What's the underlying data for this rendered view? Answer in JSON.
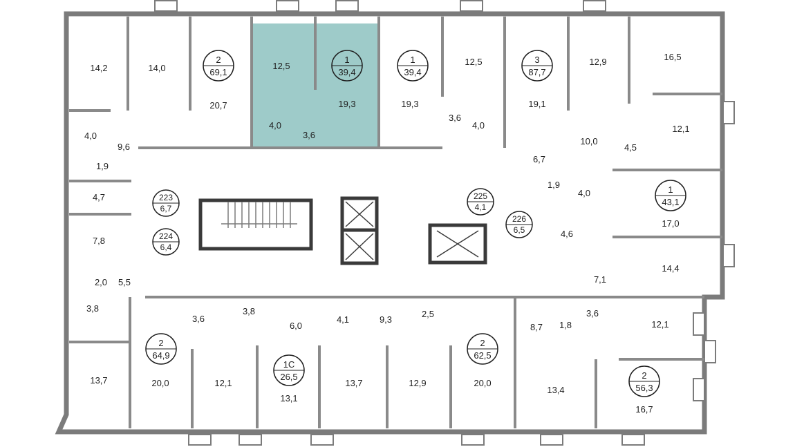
{
  "colors": {
    "wall": "#7b7b7b",
    "wall_dark": "#3a3a3a",
    "line": "#8a8a8a",
    "highlight": "#9ecbc9",
    "text": "#1f1f1f"
  },
  "rooms": [
    "14,2",
    "14,0",
    "20,7",
    "12,5",
    "19,3",
    "19,3",
    "12,5",
    "19,1",
    "12,9",
    "16,5",
    "4,0",
    "9,6",
    "1,9",
    "4,0",
    "3,6",
    "3,6",
    "4,0",
    "10,0",
    "4,5",
    "12,1",
    "6,7",
    "1,9",
    "4,0",
    "17,0",
    "4,7",
    "7,8",
    "4,6",
    "14,4",
    "2,0",
    "5,5",
    "7,1",
    "3,8",
    "3,6",
    "3,8",
    "6,0",
    "4,1",
    "9,3",
    "2,5",
    "8,7",
    "1,8",
    "3,6",
    "12,1",
    "13,7",
    "20,0",
    "12,1",
    "13,1",
    "13,7",
    "12,9",
    "20,0",
    "13,4",
    "16,7"
  ],
  "apartments": [
    {
      "rooms": "2",
      "area": "69,1"
    },
    {
      "rooms": "1",
      "area": "39,4"
    },
    {
      "rooms": "1",
      "area": "39,4"
    },
    {
      "rooms": "3",
      "area": "87,7"
    },
    {
      "rooms": "1",
      "area": "43,1"
    },
    {
      "rooms": "2",
      "area": "64,9"
    },
    {
      "rooms": "1С",
      "area": "26,5"
    },
    {
      "rooms": "2",
      "area": "62,5"
    },
    {
      "rooms": "2",
      "area": "56,3"
    }
  ],
  "utility_rooms": [
    {
      "number": "223",
      "area": "6,7"
    },
    {
      "number": "224",
      "area": "6,4"
    },
    {
      "number": "225",
      "area": "4,1"
    },
    {
      "number": "226",
      "area": "6,5"
    }
  ]
}
